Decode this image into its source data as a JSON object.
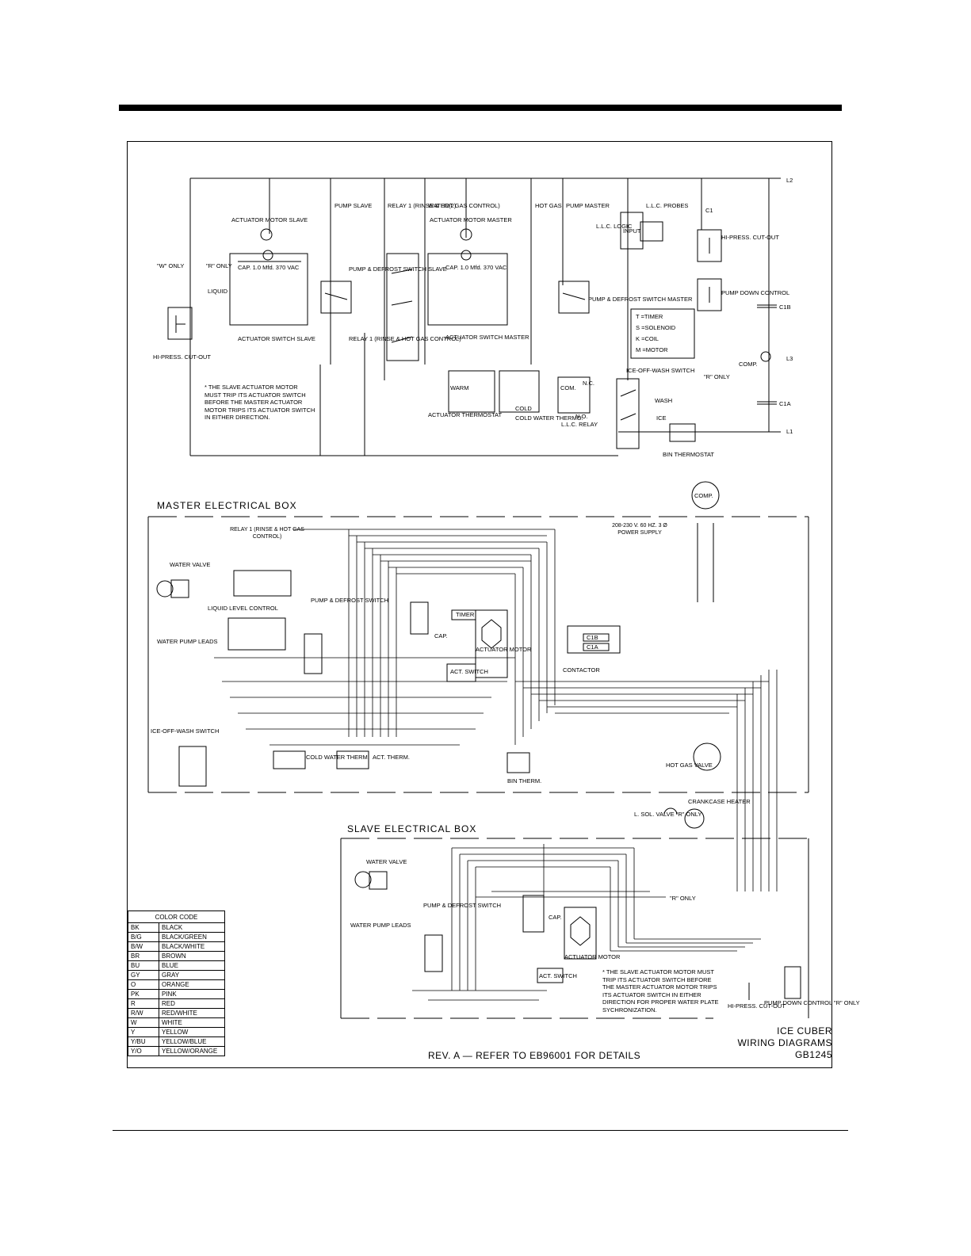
{
  "master_box_label": "MASTER ELECTRICAL BOX",
  "slave_box_label": "SLAVE ELECTRICAL BOX",
  "schematic": {
    "L2": "L2",
    "L1": "L1",
    "L3": "L3",
    "pump_slave": "PUMP SLAVE",
    "relay1": "RELAY 1 (RINSE & HOT GAS CONTROL)",
    "water2": "WATER(2)",
    "hot_gas": "HOT GAS",
    "pump_master": "PUMP MASTER",
    "llc_probes": "L.L.C. PROBES",
    "llc_logic": "L.L.C. LOGIC",
    "input": "INPUT",
    "actuator_motor_slave": "ACTUATOR MOTOR SLAVE",
    "actuator_motor_master": "ACTUATOR MOTOR MASTER",
    "cap_slave": "CAP. 1.0 Mfd. 370 VAC",
    "cap_master": "CAP. 1.0 Mfd. 370 VAC",
    "pump_defrost_slave": "PUMP & DEFROST SWITCH SLAVE",
    "pump_defrost_master": "PUMP & DEFROST SWITCH MASTER",
    "w_only": "\"W\" ONLY",
    "r_only": "\"R\" ONLY",
    "liquid": "LIQUID",
    "actuator_switch_slave": "ACTUATOR SWITCH SLAVE",
    "actuator_switch_master": "ACTUATOR SWITCH MASTER",
    "relay1_b": "RELAY 1 (RINSE & HOT GAS CONTROL)",
    "hi_press_left": "HI-PRESS. CUT-OUT",
    "hi_press_right": "HI-PRESS. CUT-OUT",
    "pump_down": "PUMP DOWN CONTROL",
    "c1": "C1",
    "c1b": "C1B",
    "c1a": "C1A",
    "comp": "COMP.",
    "r_only2": "\"R\" ONLY",
    "legend": [
      "T =TIMER",
      "S =SOLENOID",
      "K =COIL",
      "M =MOTOR"
    ],
    "ice_off_wash": "ICE-OFF-WASH SWITCH",
    "wash": "WASH",
    "ice": "ICE",
    "actuator_thermostat": "ACTUATOR THERMOSTAT",
    "cold_water_thermo": "COLD WATER THERMO.",
    "llc_relay": "L.L.C. RELAY",
    "bin_thermostat": "BIN THERMOSTAT",
    "note": "* THE SLAVE ACTUATOR MOTOR MUST TRIP ITS ACTUATOR SWITCH BEFORE THE MASTER ACTUATOR MOTOR TRIPS ITS ACTUATOR SWITCH IN EITHER DIRECTION.",
    "warm": "WARM",
    "cold": "COLD",
    "com": "COM.",
    "nc": "N.C.",
    "no": "N.O."
  },
  "master_box": {
    "comp": "COMP.",
    "power_supply": "208-230 V. 60 HZ. 3 Ø POWER SUPPLY",
    "relay1": "RELAY 1 (RINSE & HOT GAS CONTROL)",
    "water_valve": "WATER VALVE",
    "llc": "LIQUID LEVEL CONTROL",
    "pump_defrost": "PUMP & DEFROST SWITCH",
    "water_pump_leads": "WATER PUMP LEADS",
    "timer": "TIMER",
    "cap": "CAP.",
    "actuator_motor": "ACTUATOR MOTOR",
    "act_switch": "ACT. SWITCH",
    "contactor": "CONTACTOR",
    "ice_off_wash": "ICE-OFF-WASH SWITCH",
    "cold_water_therm": "COLD WATER THERM.",
    "act_therm": "ACT. THERM.",
    "bin_therm": "BIN THERM.",
    "hot_gas_valve": "HOT GAS VALVE"
  },
  "slave_box": {
    "water_valve": "WATER VALVE",
    "water_pump_leads": "WATER PUMP LEADS",
    "pump_defrost": "PUMP & DEFROST SWITCH",
    "cap": "CAP.",
    "actuator_motor": "ACTUATOR MOTOR",
    "act_switch": "ACT. SWITCH",
    "l_sol_valve": "L. SOL. VALVE \"R\" ONLY",
    "crankcase_heater": "CRANKCASE HEATER",
    "r_only": "\"R\" ONLY",
    "hi_press": "HI-PRESS. CUT-OUT",
    "pump_down": "PUMP DOWN CONTROL \"R\" ONLY",
    "note": "* THE SLAVE ACTUATOR MOTOR MUST TRIP ITS ACTUATOR SWITCH BEFORE THE MASTER ACTUATOR MOTOR TRIPS ITS ACTUATOR SWITCH IN EITHER DIRECTION FOR PROPER WATER PLATE SYCHRONIZATION."
  },
  "color_code": {
    "title": "COLOR CODE",
    "rows": [
      {
        "code": "BK",
        "name": "BLACK"
      },
      {
        "code": "B/G",
        "name": "BLACK/GREEN"
      },
      {
        "code": "B/W",
        "name": "BLACK/WHITE"
      },
      {
        "code": "BR",
        "name": "BROWN"
      },
      {
        "code": "BU",
        "name": "BLUE"
      },
      {
        "code": "GY",
        "name": "GRAY"
      },
      {
        "code": "O",
        "name": "ORANGE"
      },
      {
        "code": "PK",
        "name": "PINK"
      },
      {
        "code": "R",
        "name": "RED"
      },
      {
        "code": "R/W",
        "name": "RED/WHITE"
      },
      {
        "code": "W",
        "name": "WHITE"
      },
      {
        "code": "Y",
        "name": "YELLOW"
      },
      {
        "code": "Y/BU",
        "name": "YELLOW/BLUE"
      },
      {
        "code": "Y/O",
        "name": "YELLOW/ORANGE"
      }
    ]
  },
  "rev_note": "REV. A — REFER TO EB96001 FOR DETAILS",
  "title_block": [
    "ICE CUBER",
    "WIRING DIAGRAMS",
    "GB1245"
  ]
}
